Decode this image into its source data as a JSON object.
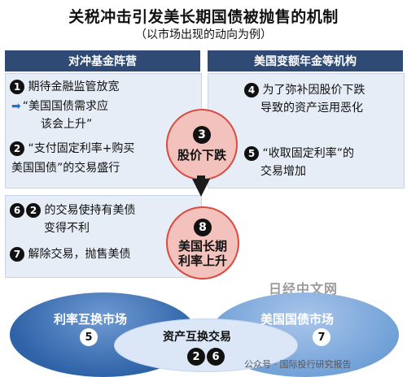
{
  "title": "关税冲击引发美长期国债被抛售的机制",
  "subtitle": "（以市场出现的动向为例）",
  "left_header": "对冲基金阵营",
  "right_header": "美国变额年金等机构",
  "items": {
    "n1": "1",
    "n1_text": "期待金融监管放宽",
    "n1_sub_a": "“美国国债需求应",
    "n1_sub_b": "该会上升”",
    "n2": "2",
    "n2_text_a": "“支付固定利率+购买",
    "n2_text_b": "美国国债”的交易盛行",
    "n3": "3",
    "n3_text": "股价下跌",
    "n4": "4",
    "n4_text_a": "为了弥补因股价下跌",
    "n4_text_b": "导致的资产运用恶化",
    "n5": "5",
    "n5_text_a": "“收取固定利率”的",
    "n5_text_b": "交易增加",
    "n6": "6",
    "n62_text_a": "的交易使持有美债",
    "n62_text_b": "变得不利",
    "n7": "7",
    "n7_text": "解除交易，抛售美债",
    "n8": "8",
    "n8_text_a": "美国长期",
    "n8_text_b": "利率上升"
  },
  "markets": {
    "left": "利率互换市场",
    "right": "美国国债市场",
    "middle": "资产互换交易"
  },
  "watermarks": {
    "brand": "日经中文网",
    "source": "公众号 · 国际投行研究报告"
  },
  "colors": {
    "header_bg": "#2f4a75",
    "panel_bg": "#e7edf6",
    "circle_fill": "#f3c2bd",
    "circle_border": "#d94a40"
  }
}
